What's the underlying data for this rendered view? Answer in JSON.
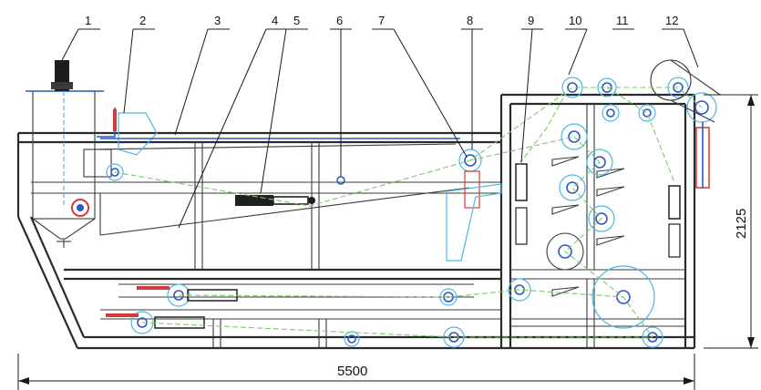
{
  "callouts": [
    "1",
    "2",
    "3",
    "4",
    "5",
    "6",
    "7",
    "8",
    "9",
    "10",
    "11",
    "12"
  ],
  "dimensions": {
    "overall_length": "5500",
    "overall_height": "2125"
  },
  "colors": {
    "frame": "#2b2b2b",
    "belt": "#7cc96b",
    "roller_outline": "#4bb8e6",
    "roller_body": "#2f56c8",
    "accent": "#d13b3b"
  }
}
